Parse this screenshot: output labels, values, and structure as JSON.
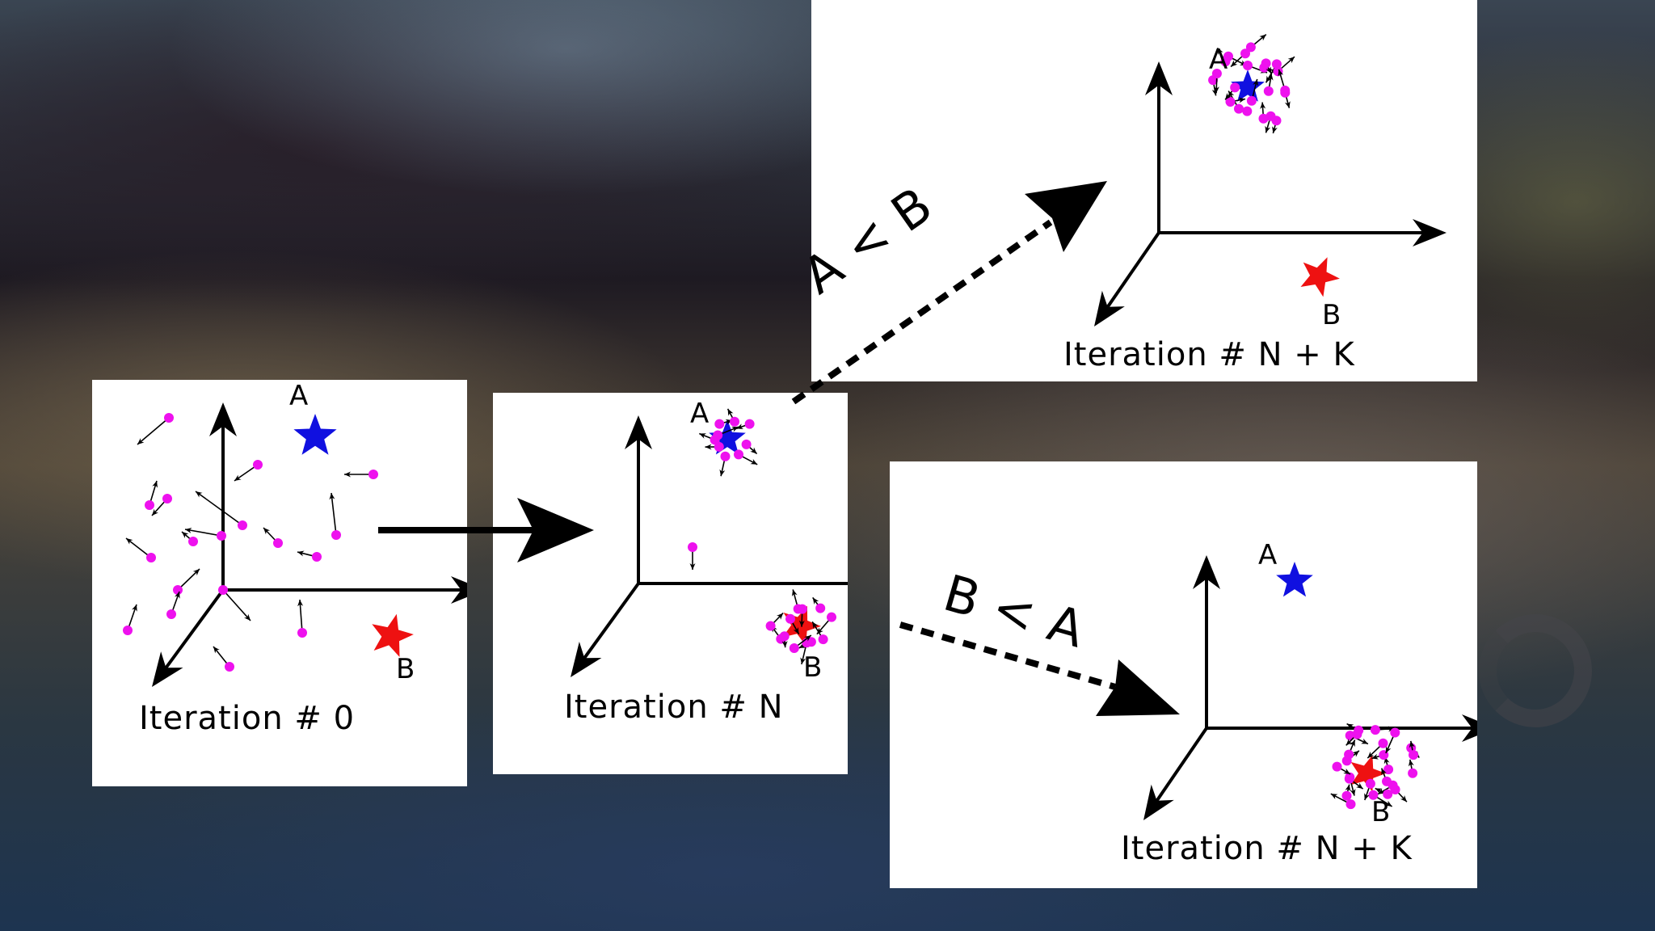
{
  "panels": {
    "iter0": {
      "caption": "Iteration # 0",
      "label_a": "A",
      "label_b": "B"
    },
    "iterN": {
      "caption": "Iteration # N",
      "label_a": "A",
      "label_b": "B"
    },
    "iterNK_top": {
      "caption": "Iteration # N + K",
      "label_a": "A",
      "label_b": "B"
    },
    "iterNK_bottom": {
      "caption": "Iteration # N + K",
      "label_a": "A",
      "label_b": "B"
    }
  },
  "transitions": {
    "upper": "A < B",
    "lower": "B < A"
  },
  "colors": {
    "star_a": "#1010e0",
    "star_b": "#ee1111",
    "particle": "#ee11ee",
    "axes": "#000000"
  }
}
